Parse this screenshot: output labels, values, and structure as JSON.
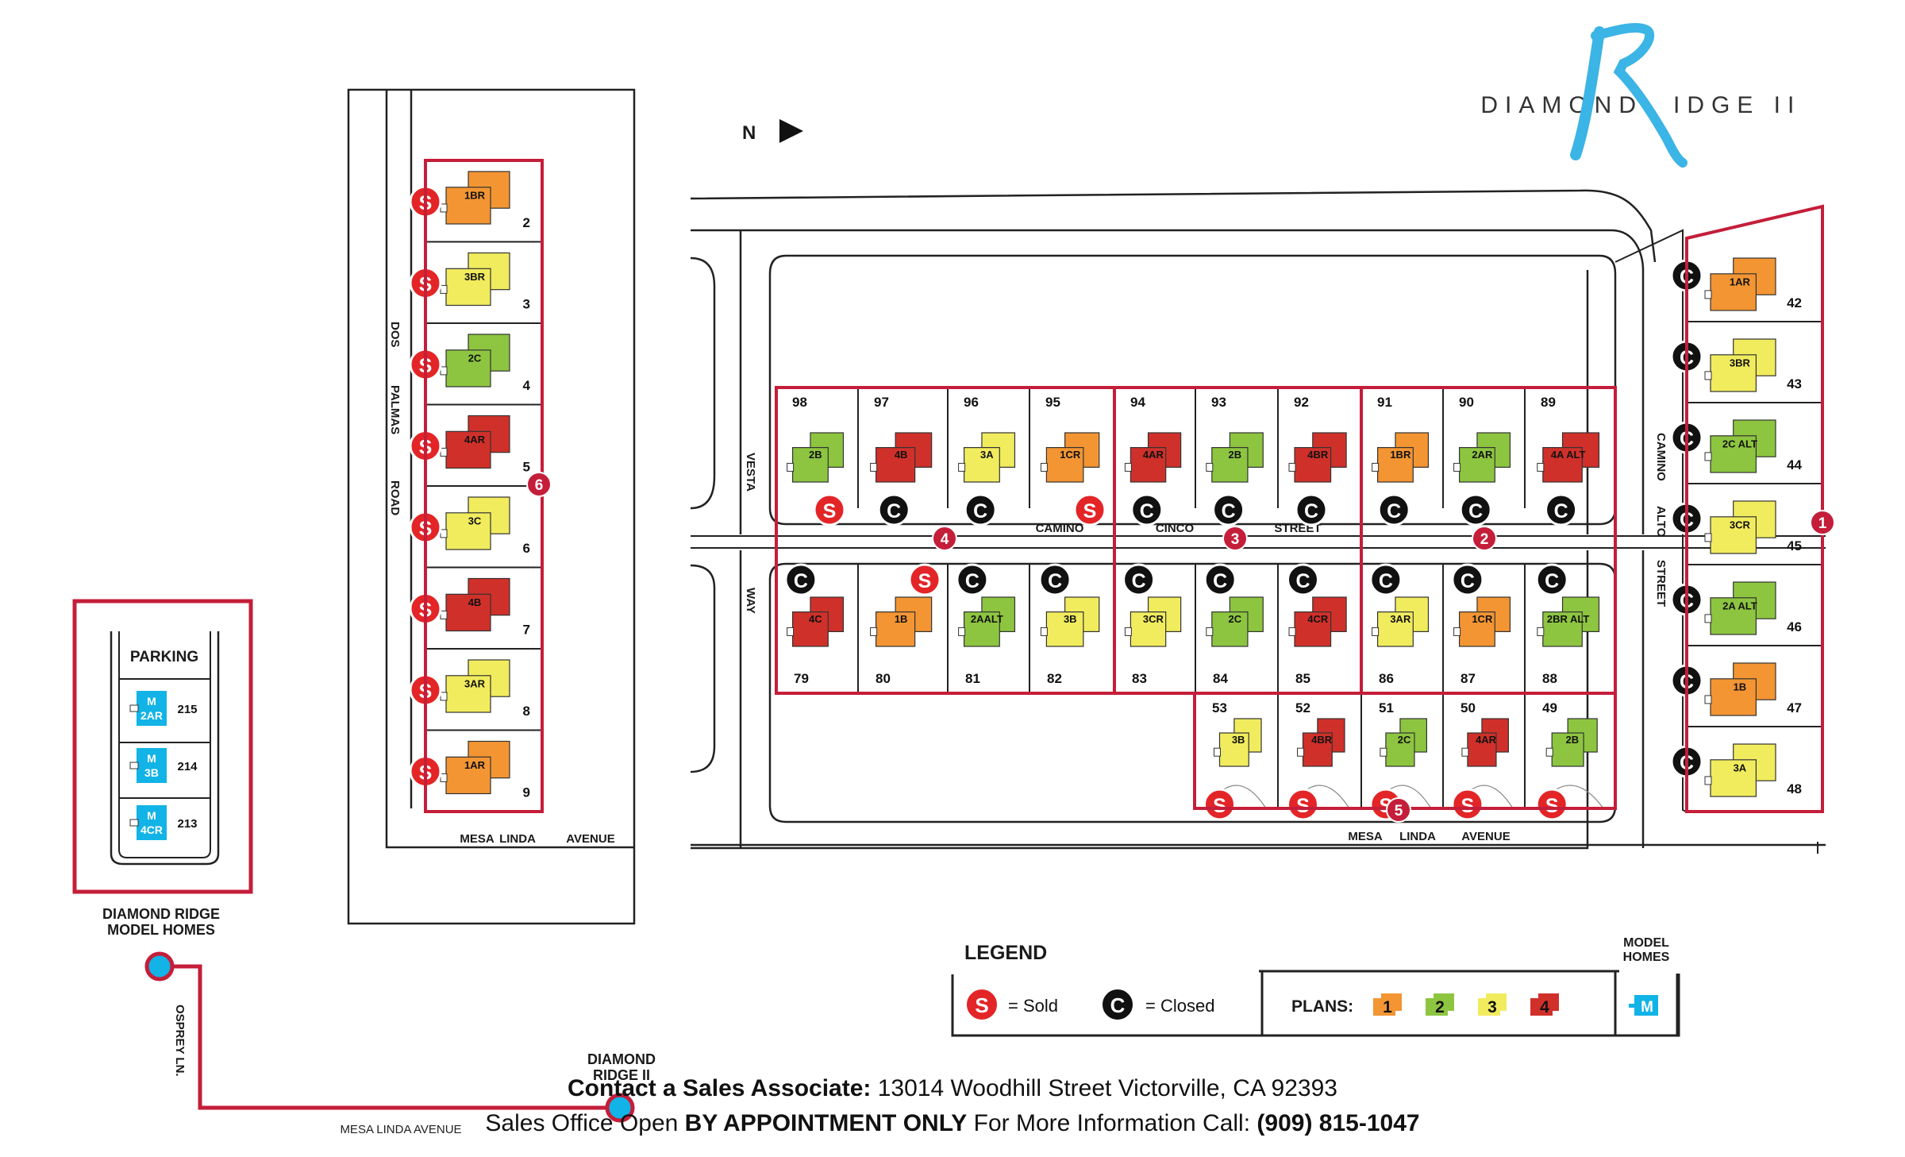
{
  "brand": {
    "left": "DIAMOND",
    "right": "IDGE II",
    "r_letter": "R"
  },
  "north": "N",
  "streets": {
    "dos": "DOS",
    "palmas": "PALMAS",
    "road": "ROAD",
    "vesta": "VESTA",
    "way": "WAY",
    "camino": "CAMINO",
    "cinco": "CINCO",
    "street": "STREET",
    "camino_v": "CAMINO",
    "alto_v": "ALTO",
    "street_v": "STREET",
    "mesa": "MESA",
    "linda": "LINDA",
    "avenue": "AVENUE",
    "osprey": "OSPREY LN.",
    "mesa_linda_avenue": "MESA LINDA AVENUE"
  },
  "phases": [
    "1",
    "2",
    "3",
    "4",
    "5",
    "6"
  ],
  "status_glyph": {
    "sold": "S",
    "closed": "C"
  },
  "colors": {
    "plan1": "#f39533",
    "plan2": "#8dc540",
    "plan3": "#f1ec5e",
    "plan4": "#d0302a",
    "model": "#12b3e6",
    "border": "#c41e3a"
  },
  "lots": [
    {
      "num": "2",
      "plan": "1BR",
      "color": "plan1",
      "status": "sold"
    },
    {
      "num": "3",
      "plan": "3BR",
      "color": "plan3",
      "status": "sold"
    },
    {
      "num": "4",
      "plan": "2C",
      "color": "plan2",
      "status": "sold"
    },
    {
      "num": "5",
      "plan": "4AR",
      "color": "plan4",
      "status": "sold"
    },
    {
      "num": "6",
      "plan": "3C",
      "color": "plan3",
      "status": "sold"
    },
    {
      "num": "7",
      "plan": "4B",
      "color": "plan4",
      "status": "sold"
    },
    {
      "num": "8",
      "plan": "3AR",
      "color": "plan3",
      "status": "sold"
    },
    {
      "num": "9",
      "plan": "1AR",
      "color": "plan1",
      "status": "sold"
    },
    {
      "num": "98",
      "plan": "2B",
      "color": "plan2",
      "status": "sold"
    },
    {
      "num": "97",
      "plan": "4B",
      "color": "plan4",
      "status": "closed"
    },
    {
      "num": "96",
      "plan": "3A",
      "color": "plan3",
      "status": "closed"
    },
    {
      "num": "95",
      "plan": "1CR",
      "color": "plan1",
      "status": "sold"
    },
    {
      "num": "94",
      "plan": "4AR",
      "color": "plan4",
      "status": "closed"
    },
    {
      "num": "93",
      "plan": "2B",
      "color": "plan2",
      "status": "closed"
    },
    {
      "num": "92",
      "plan": "4BR",
      "color": "plan4",
      "status": "closed"
    },
    {
      "num": "91",
      "plan": "1BR",
      "color": "plan1",
      "status": "closed"
    },
    {
      "num": "90",
      "plan": "2AR",
      "color": "plan2",
      "status": "closed"
    },
    {
      "num": "89",
      "plan": "4A ALT",
      "color": "plan4",
      "status": "closed"
    },
    {
      "num": "79",
      "plan": "4C",
      "color": "plan4",
      "status": "closed"
    },
    {
      "num": "80",
      "plan": "1B",
      "color": "plan1",
      "status": "sold"
    },
    {
      "num": "81",
      "plan": "2AALT",
      "color": "plan2",
      "status": "closed"
    },
    {
      "num": "82",
      "plan": "3B",
      "color": "plan3",
      "status": "closed"
    },
    {
      "num": "83",
      "plan": "3CR",
      "color": "plan3",
      "status": "closed"
    },
    {
      "num": "84",
      "plan": "2C",
      "color": "plan2",
      "status": "closed"
    },
    {
      "num": "85",
      "plan": "4CR",
      "color": "plan4",
      "status": "closed"
    },
    {
      "num": "86",
      "plan": "3AR",
      "color": "plan3",
      "status": "closed"
    },
    {
      "num": "87",
      "plan": "1CR",
      "color": "plan1",
      "status": "closed"
    },
    {
      "num": "88",
      "plan": "2BR ALT",
      "color": "plan2",
      "status": "closed"
    },
    {
      "num": "53",
      "plan": "3B",
      "color": "plan3",
      "status": "sold"
    },
    {
      "num": "52",
      "plan": "4BR",
      "color": "plan4",
      "status": "sold"
    },
    {
      "num": "51",
      "plan": "2C",
      "color": "plan2",
      "status": "sold"
    },
    {
      "num": "50",
      "plan": "4AR",
      "color": "plan4",
      "status": "sold"
    },
    {
      "num": "49",
      "plan": "2B",
      "color": "plan2",
      "status": "sold"
    },
    {
      "num": "42",
      "plan": "1AR",
      "color": "plan1",
      "status": "closed"
    },
    {
      "num": "43",
      "plan": "3BR",
      "color": "plan3",
      "status": "closed"
    },
    {
      "num": "44",
      "plan": "2C ALT",
      "color": "plan2",
      "status": "closed"
    },
    {
      "num": "45",
      "plan": "3CR",
      "color": "plan3",
      "status": "closed"
    },
    {
      "num": "46",
      "plan": "2A ALT",
      "color": "plan2",
      "status": "closed"
    },
    {
      "num": "47",
      "plan": "1B",
      "color": "plan1",
      "status": "closed"
    },
    {
      "num": "48",
      "plan": "3A",
      "color": "plan3",
      "status": "closed"
    }
  ],
  "models": {
    "parking": "PARKING",
    "items": [
      {
        "tag": "M",
        "plan": "2AR",
        "num": "215"
      },
      {
        "tag": "M",
        "plan": "3B",
        "num": "214"
      },
      {
        "tag": "M",
        "plan": "4CR",
        "num": "213"
      }
    ],
    "label_line1": "DIAMOND RIDGE",
    "label_line2": "MODEL HOMES"
  },
  "dr2_label": {
    "line1": "DIAMOND",
    "line2": "RIDGE II"
  },
  "legend": {
    "title": "LEGEND",
    "sold": "= Sold",
    "closed": "= Closed",
    "plans_label": "PLANS:",
    "plans": [
      "1",
      "2",
      "3",
      "4"
    ],
    "model_title_1": "MODEL",
    "model_title_2": "HOMES",
    "model_tag": "M"
  },
  "footer": {
    "contact_bold": "Contact a Sales Associate:",
    "contact_text": " 13014 Woodhill Street Victorville, CA 92393",
    "office_pre": "Sales Office Open ",
    "office_bold": "BY APPOINTMENT ONLY",
    "office_mid": " For More Information Call: ",
    "phone": "(909) 815-1047"
  }
}
